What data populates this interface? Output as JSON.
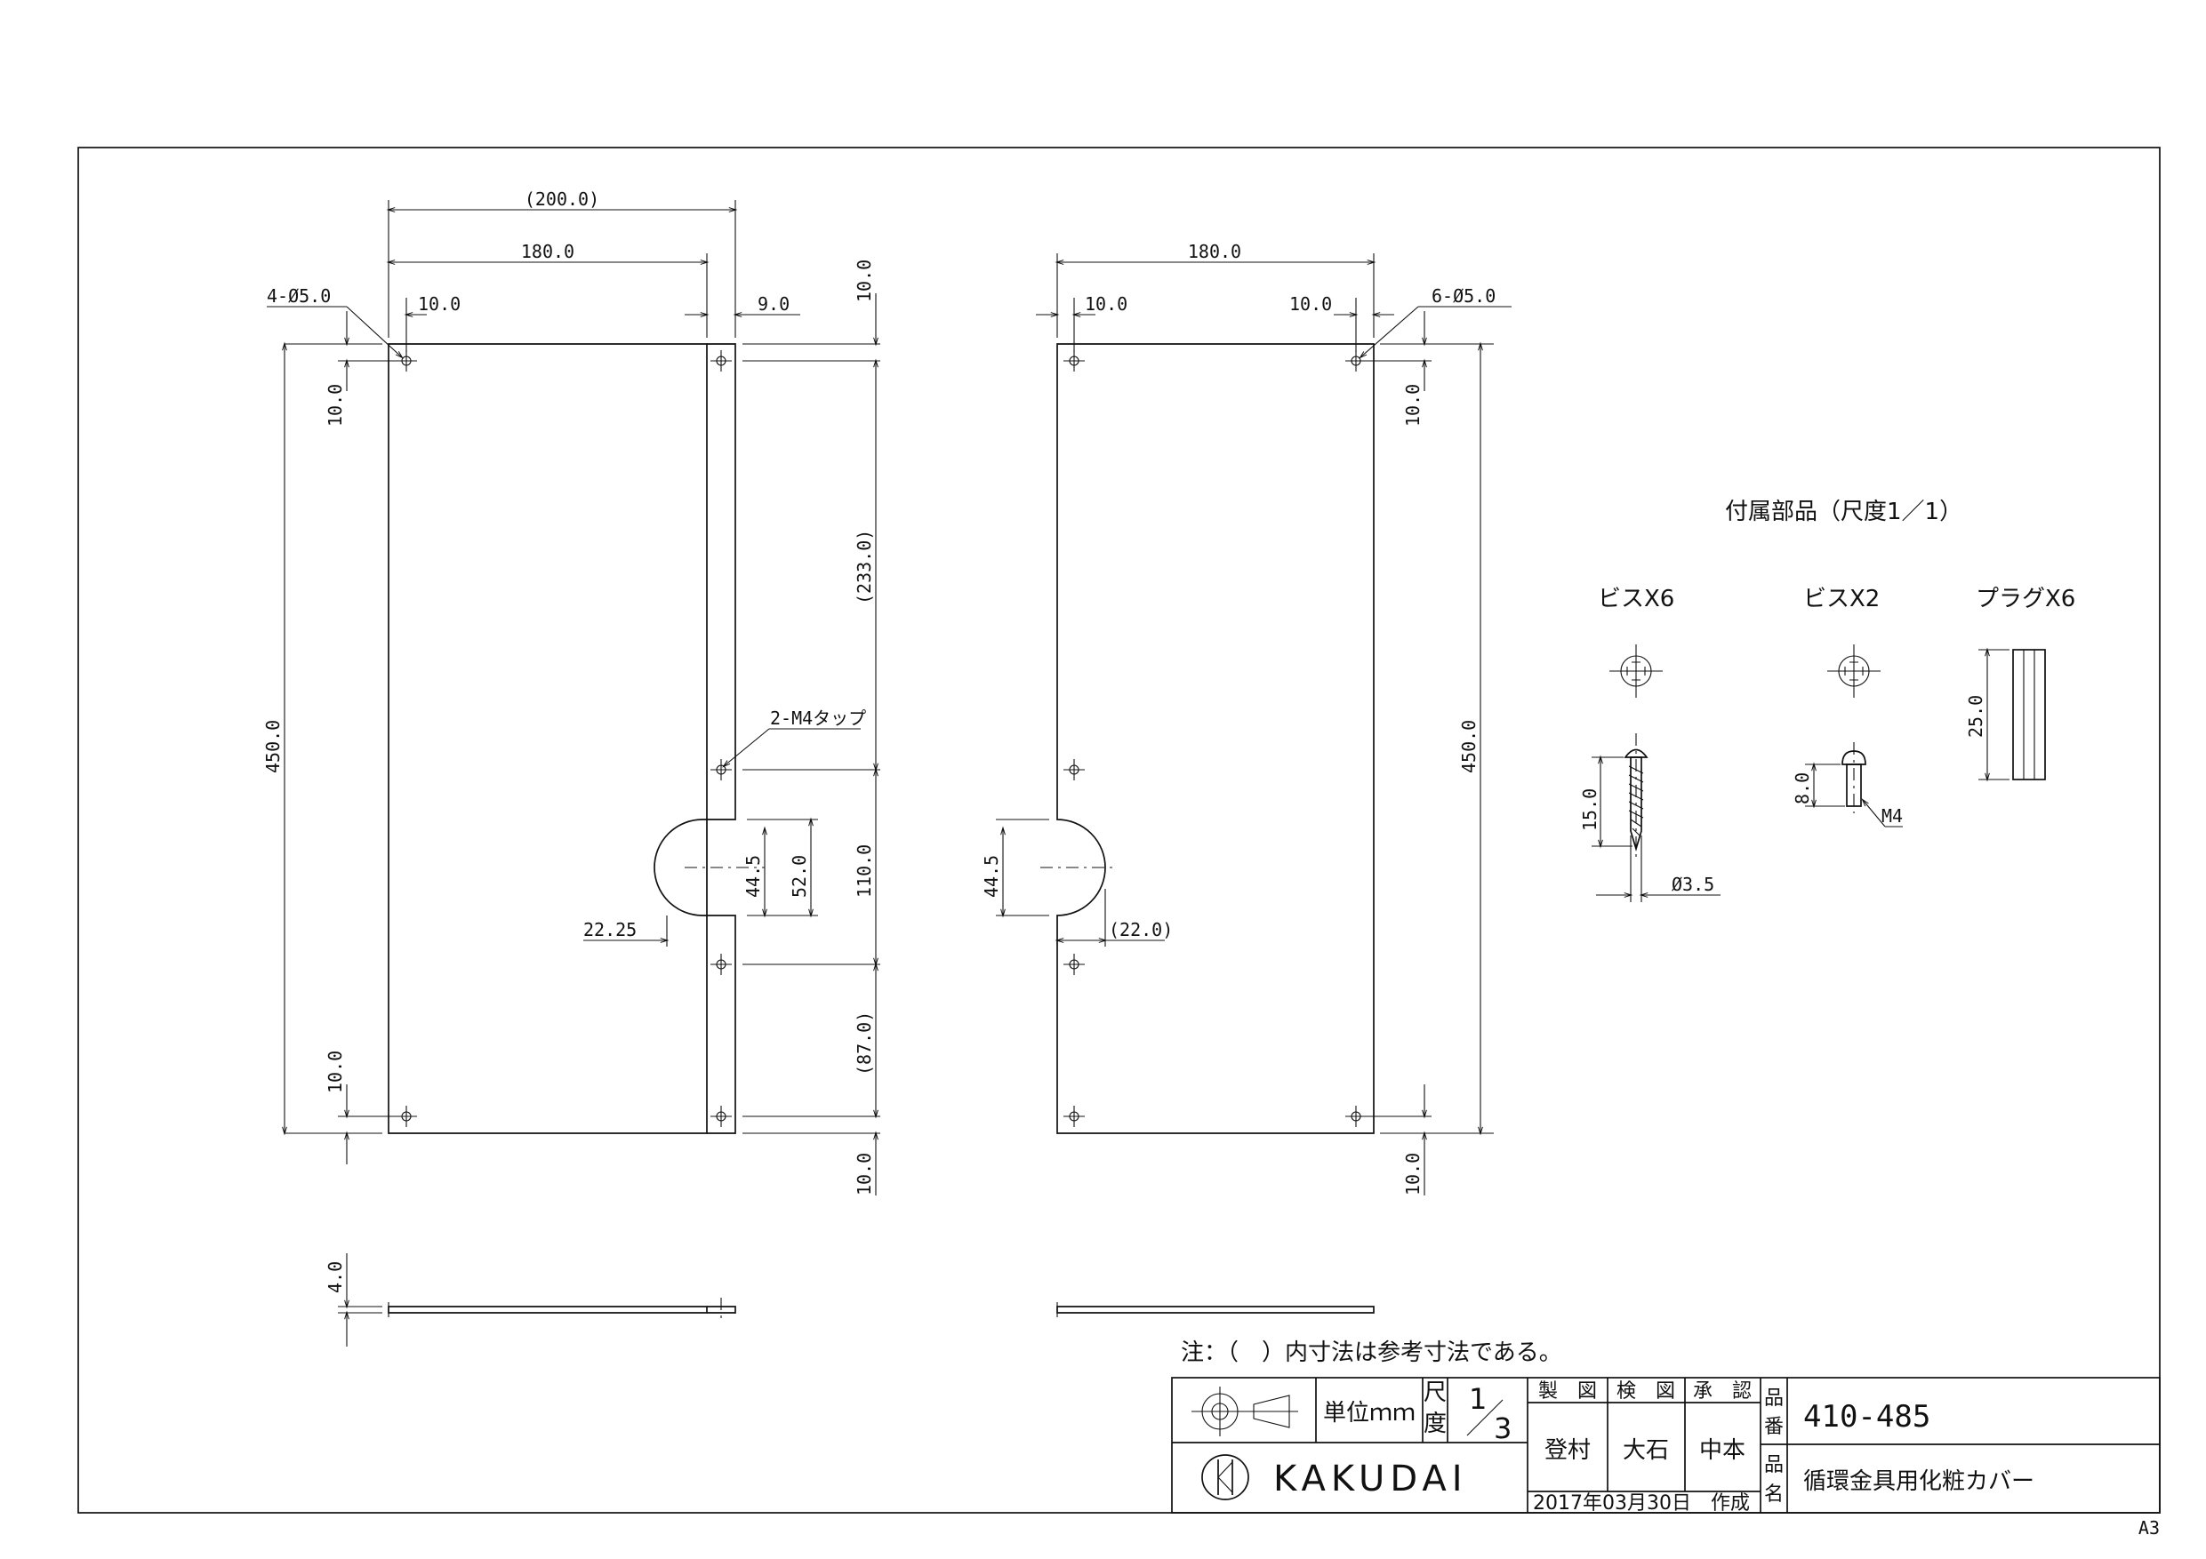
{
  "dimensions": {
    "left_width_ref": "(200.0)",
    "left_width": "180.0",
    "left_holes": "4-Ø5.0",
    "left_hole_offset_x": "10.0",
    "left_flange": "9.0",
    "left_top_10": "10.0",
    "left_side_10_top": "10.0",
    "left_height": "450.0",
    "left_side_10_bottom": "10.0",
    "left_233": "(233.0)",
    "tap": "2-M4タップ",
    "left_445": "44.5",
    "left_52": "52.0",
    "left_110": "110.0",
    "left_2225": "22.25",
    "left_87": "(87.0)",
    "left_bottom_10": "10.0",
    "thickness": "4.0",
    "right_width": "180.0",
    "right_hole_left": "10.0",
    "right_hole_right": "10.0",
    "right_holes": "6-Ø5.0",
    "right_side_10_top": "10.0",
    "right_height": "450.0",
    "right_445": "44.5",
    "right_22": "(22.0)",
    "right_side_10_bottom": "10.0"
  },
  "accessories": {
    "title": "付属部品（尺度1／1）",
    "screw1_label": "ビスX6",
    "screw2_label": "ビスX2",
    "plug_label": "プラグX6",
    "screw1_len": "15.0",
    "screw1_dia": "Ø3.5",
    "screw2_len": "8.0",
    "screw2_thread": "M4",
    "plug_len": "25.0"
  },
  "note": "注：（　）内寸法は参考寸法である。",
  "title_block": {
    "unit_label": "単位ｍｍ",
    "scale_label": "尺度",
    "scale_num": "1",
    "scale_den": "3",
    "made_label": "製　図",
    "check_label": "検　図",
    "approve_label": "承　認",
    "made_name": "登村",
    "check_name": "大石",
    "approve_name": "中本",
    "part_no_label": "品番",
    "part_no": "410-485",
    "part_name_label": "品名",
    "part_name": "循環金具用化粧カバー",
    "brand": "KAKUDAI",
    "date": "2017年03月30日　作成"
  },
  "sheet_size": "A3"
}
